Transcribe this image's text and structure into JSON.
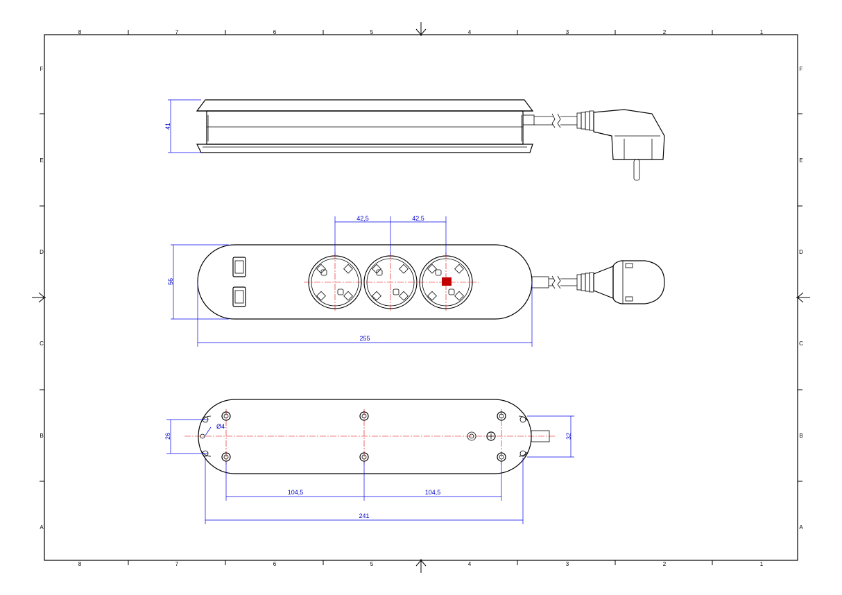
{
  "frame": {
    "top_columns": [
      "8",
      "7",
      "6",
      "5",
      "4",
      "3",
      "2",
      "1"
    ],
    "bottom_columns": [
      "8",
      "7",
      "6",
      "5",
      "4",
      "3",
      "2",
      "1"
    ],
    "left_rows": [
      "F",
      "E",
      "D",
      "C",
      "B",
      "A"
    ],
    "right_rows": [
      "F",
      "E",
      "D",
      "C",
      "B",
      "A"
    ]
  },
  "views": {
    "side": {
      "height_dim": "41"
    },
    "top": {
      "socket_spacing_1": "42,5",
      "socket_spacing_2": "42,5",
      "width_dim": "56",
      "length_dim": "255"
    },
    "bottom": {
      "hole_diameter": "Ø4",
      "left_height_dim": "26",
      "right_height_dim": "32",
      "spacing_1": "104,5",
      "spacing_2": "104,5",
      "overall_length": "241"
    }
  },
  "colors": {
    "dimension": "#0000ee",
    "centerline": "#e00000",
    "outline": "#000000"
  }
}
